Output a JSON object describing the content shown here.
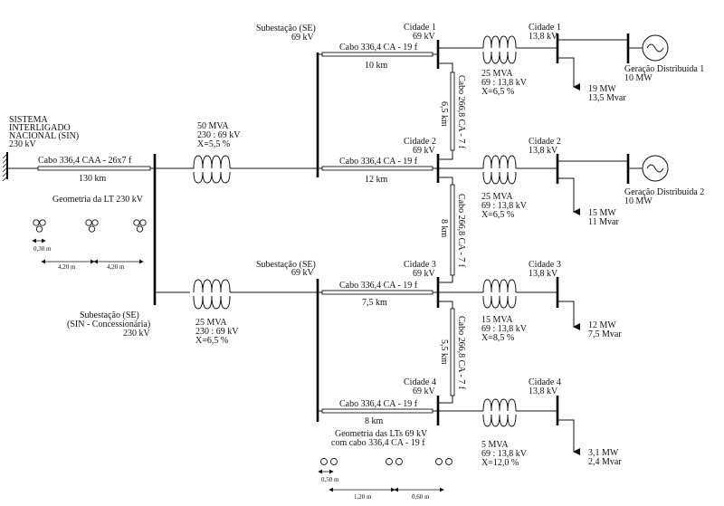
{
  "sin": {
    "line1": "SISTEMA",
    "line2": "INTERLIGADO",
    "line3": "NACIONAL (SIN)",
    "voltage": "230 kV"
  },
  "lt230": {
    "cable": "Cabo 336,4 CAA - 26x7 f",
    "length": "130 km",
    "geometry_title": "Geometria da LT 230 kV",
    "dim_small": "0,30 m",
    "dim_a": "4,20 m",
    "dim_b": "4,20 m"
  },
  "se_sin": {
    "line1": "Subestação (SE)",
    "line2": "(SIN - Concessionária)",
    "voltage": "230 kV"
  },
  "t_top": {
    "power": "50 MVA",
    "ratio": "230 : 69 kV",
    "x": "X=5,5 %"
  },
  "t_bottom": {
    "power": "25 MVA",
    "ratio": "230 : 69 kV",
    "x": "X=6,5 %"
  },
  "se_top": {
    "name": "Subestação (SE)",
    "voltage": "69 kV"
  },
  "se_bottom": {
    "name": "Subestação (SE)",
    "voltage": "69 kV"
  },
  "lines69": [
    {
      "cable": "Cabo 336,4 CA - 19 f",
      "length": "10 km"
    },
    {
      "cable": "Cabo 336,4 CA - 19 f",
      "length": "12 km"
    },
    {
      "cable": "Cabo 336,4 CA - 19 f",
      "length": "7,5 km"
    },
    {
      "cable": "Cabo 336,4 CA - 19 f",
      "length": "8 km"
    }
  ],
  "ties": [
    {
      "cable": "Cabo 266,8 CA - 7 f",
      "length": "6,5 km"
    },
    {
      "cable": "Cabo 266,8 CA - 7 f",
      "length": "8 km"
    },
    {
      "cable": "Cabo 266,8 CA - 7 f",
      "length": "5,5 km"
    }
  ],
  "cities69": [
    {
      "name": "Cidade 1",
      "voltage": "69 kV"
    },
    {
      "name": "Cidade 2",
      "voltage": "69 kV"
    },
    {
      "name": "Cidade 3",
      "voltage": "69 kV"
    },
    {
      "name": "Cidade 4",
      "voltage": "69 kV"
    }
  ],
  "city_transformers": [
    {
      "power": "25 MVA",
      "ratio": "69 : 13,8 kV",
      "x": "X=6,5 %"
    },
    {
      "power": "25 MVA",
      "ratio": "69 : 13,8 kV",
      "x": "X=6,5 %"
    },
    {
      "power": "15 MVA",
      "ratio": "69 : 13,8 kV",
      "x": "X=8,5 %"
    },
    {
      "power": "5 MVA",
      "ratio": "69 : 13,8 kV",
      "x": "X=12,0 %"
    }
  ],
  "cities13": [
    {
      "name": "Cidade 1",
      "voltage": "13,8 kV"
    },
    {
      "name": "Cidade 2",
      "voltage": "13,8 kV"
    },
    {
      "name": "Cidade 3",
      "voltage": "13,8 kV"
    },
    {
      "name": "Cidade 4",
      "voltage": "13,8 kV"
    }
  ],
  "loads": [
    {
      "p": "19 MW",
      "q": "13,5 Mvar"
    },
    {
      "p": "15 MW",
      "q": "11 Mvar"
    },
    {
      "p": "12 MW",
      "q": "7,5 Mvar"
    },
    {
      "p": "3,1 MW",
      "q": "2,4 Mvar"
    }
  ],
  "generators": [
    {
      "name": "Geração Distribuída 1",
      "power": "10 MW"
    },
    {
      "name": "Geração Distribuída 2",
      "power": "10 MW"
    }
  ],
  "lt69_geometry": {
    "title1": "Geometria das LTs 69 kV",
    "title2": "com cabo 336,4 CA - 19 f",
    "dim_small": "0,50 m",
    "dim_a": "1,20 m",
    "dim_b": "0,60 m"
  }
}
